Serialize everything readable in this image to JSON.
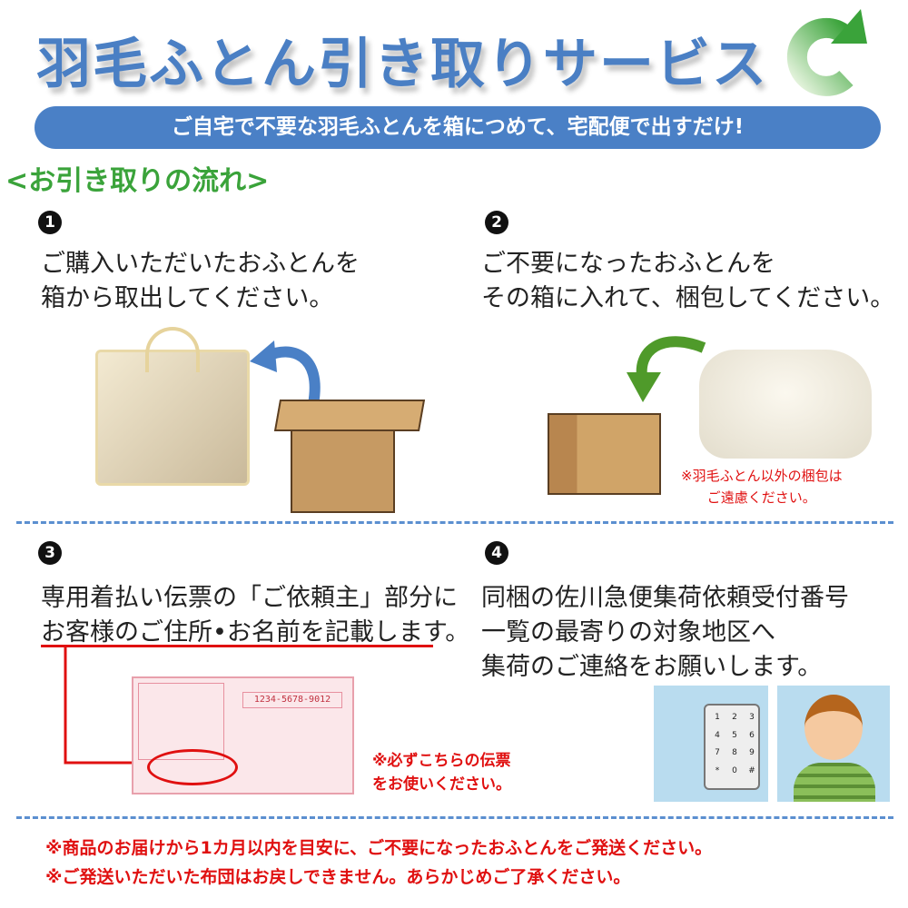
{
  "header": {
    "title": "羽毛ふとん引き取りサービス",
    "banner": "ご自宅で不要な羽毛ふとんを箱につめて、宅配便で出すだけ!",
    "flow_heading": "<お引き取りの流れ>"
  },
  "steps": [
    {
      "number": "1",
      "lines": [
        "ご購入いただいたおふとんを",
        "箱から取出してください。"
      ]
    },
    {
      "number": "2",
      "lines": [
        "ご不要になったおふとんを",
        "その箱に入れて、梱包してください。"
      ],
      "note": [
        "※羽毛ふとん以外の梱包は",
        "ご遠慮ください。"
      ]
    },
    {
      "number": "3",
      "lines": [
        "専用着払い伝票の「ご依頼主」部分に",
        "お客様のご住所•お名前を記載します。"
      ],
      "slip_number": "1234-5678-9012",
      "note": [
        "※必ずこちらの伝票",
        "をお使いください。"
      ]
    },
    {
      "number": "4",
      "lines": [
        "同梱の佐川急便集荷依頼受付番号",
        "一覧の最寄りの対象地区へ",
        "集荷のご連絡をお願いします。"
      ],
      "phone_keys": [
        "1",
        "2",
        "3",
        "4",
        "5",
        "6",
        "7",
        "8",
        "9",
        "*",
        "0",
        "#"
      ]
    }
  ],
  "footer": [
    "※商品のお届けから1カ月以内を目安に、ご不要になったおふとんをご発送ください。",
    "※ご発送いただいた布団はお戻しできません。あらかじめご了承ください。"
  ],
  "colors": {
    "blue": "#4a80c6",
    "green": "#3aa33a",
    "red": "#e01010"
  }
}
